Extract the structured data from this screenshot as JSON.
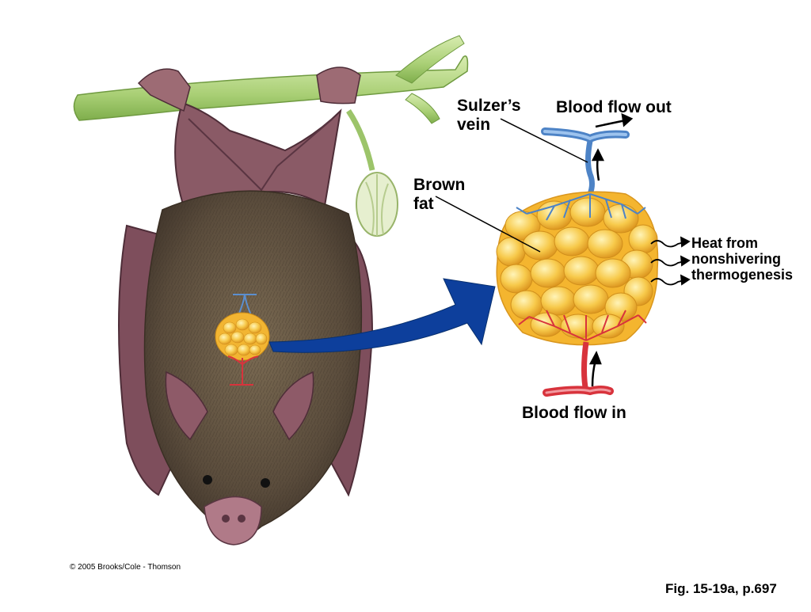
{
  "labels": {
    "sulzers_vein_line1": "Sulzer’s",
    "sulzers_vein_line2": "vein",
    "blood_flow_out": "Blood flow out",
    "brown_fat_line1": "Brown",
    "brown_fat_line2": "fat",
    "heat_line1": "Heat from",
    "heat_line2": "nonshivering",
    "heat_line3": "thermogenesis",
    "blood_flow_in": "Blood flow in"
  },
  "copyright": "© 2005 Brooks/Cole - Thomson",
  "figure_ref": "Fig. 15-19a, p.697",
  "colors": {
    "fat_yellow": "#f7c23a",
    "vein_blue": "#5b8fd0",
    "artery_red": "#d8333c",
    "big_arrow_blue": "#0d3f9c",
    "bat_fur": "#5c5040",
    "bat_wing": "#8a5a66",
    "branch_green": "#b9d98a"
  },
  "icons": [
    "bat-illustration",
    "branch",
    "flower-bud",
    "brown-fat-inset",
    "magnify-arrow"
  ]
}
